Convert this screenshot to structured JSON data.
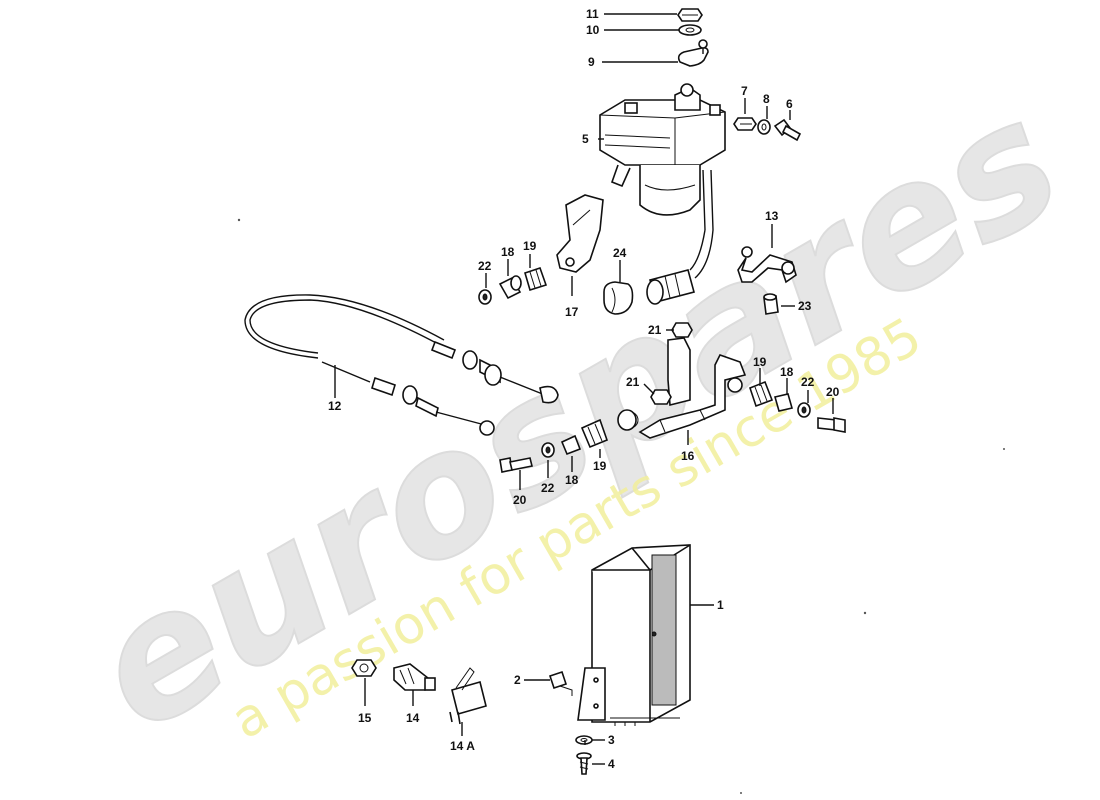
{
  "watermark": {
    "logo_text": "eurospares",
    "tagline": "a passion for parts since 1985",
    "logo_color": "#e6e6e6",
    "tagline_color": "#f2ef9c"
  },
  "callouts": {
    "p1": "1",
    "p2": "2",
    "p3": "3",
    "p4": "4",
    "p5": "5",
    "p6": "6",
    "p7": "7",
    "p8": "8",
    "p9": "9",
    "p10": "10",
    "p11": "11",
    "p12": "12",
    "p13": "13",
    "p14": "14",
    "p14a": "14 A",
    "p15": "15",
    "p16": "16",
    "p17": "17",
    "p18a": "18",
    "p18b": "18",
    "p18c": "18",
    "p19a": "19",
    "p19b": "19",
    "p19c": "19",
    "p20a": "20",
    "p20b": "20",
    "p21a": "21",
    "p21b": "21",
    "p22a": "22",
    "p22b": "22",
    "p22c": "22",
    "p23": "23",
    "p24": "24"
  }
}
